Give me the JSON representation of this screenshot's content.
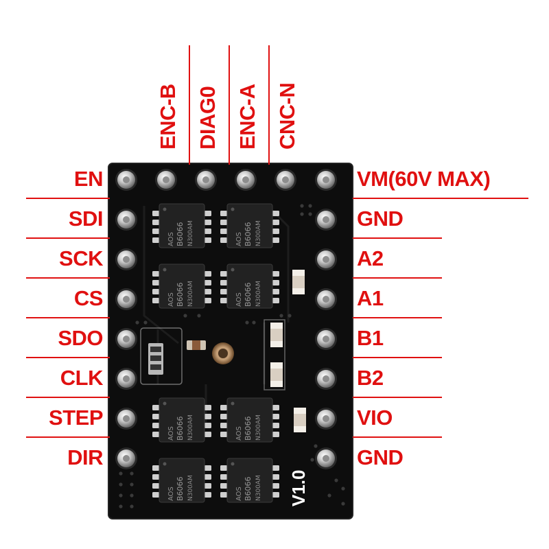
{
  "left_pins": [
    "EN",
    "SDI",
    "SCK",
    "CS",
    "SDO",
    "CLK",
    "STEP",
    "DIR"
  ],
  "right_pins": [
    "VM(60V MAX)",
    "GND",
    "A2",
    "A1",
    "B1",
    "B2",
    "VIO",
    "GND"
  ],
  "top_pins": [
    "ENC-B",
    "DIAG0",
    "ENC-A",
    "CNC-N"
  ],
  "board": {
    "version": "V1.0",
    "chip_code": "B6066",
    "chip_subcode": "N300AM",
    "chip_logo": "AOS",
    "colors": {
      "pcb": "#0d0d0d",
      "label": "#e01010",
      "pin": "#c8c8c8"
    }
  }
}
